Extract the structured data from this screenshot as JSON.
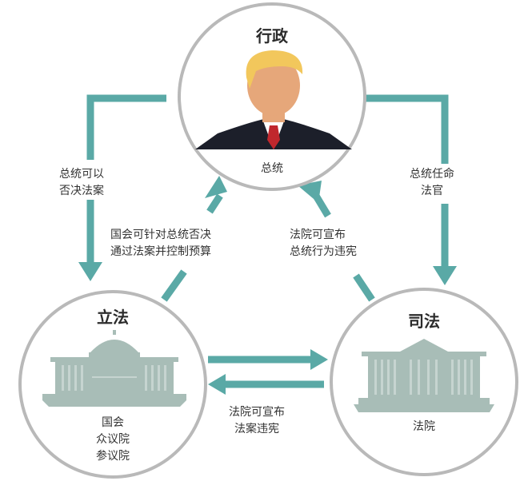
{
  "colors": {
    "arrow": "#5aa9a6",
    "circle_border": "#b9b9b9",
    "building": "#a8bdb7",
    "hair": "#f2c75c",
    "skin": "#e6a77a",
    "suit": "#1c1f2a",
    "tie": "#c0272d"
  },
  "nodes": {
    "executive": {
      "title": "行政",
      "subtitle": "总统",
      "icon": "president-portrait-icon"
    },
    "legislative": {
      "title": "立法",
      "subtitle_lines": [
        "国会",
        "众议院",
        "参议院"
      ],
      "icon": "capitol-building-icon"
    },
    "judicial": {
      "title": "司法",
      "subtitle": "法院",
      "icon": "courthouse-icon"
    }
  },
  "relations": {
    "exec_to_leg": {
      "lines": [
        "总统可以",
        "否决法案"
      ]
    },
    "exec_to_jud": {
      "lines": [
        "总统任命",
        "法官"
      ]
    },
    "leg_to_exec": {
      "lines": [
        "国会可针对总统否决",
        "通过法案并控制预算"
      ]
    },
    "jud_to_exec": {
      "lines": [
        "法院可宣布",
        "总统行为违宪"
      ]
    },
    "jud_to_leg": {
      "lines": [
        "法院可宣布",
        "法案违宪"
      ]
    }
  }
}
